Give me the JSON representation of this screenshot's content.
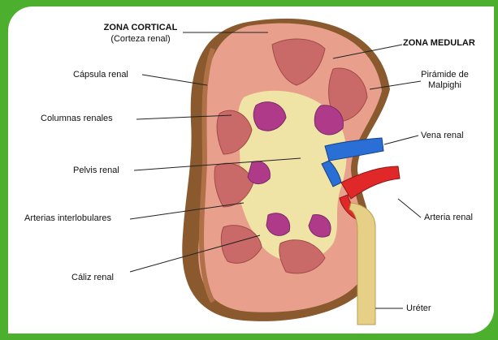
{
  "labels": {
    "zona_cortical": "ZONA CORTICAL",
    "corteza_renal": "(Corteza renal)",
    "zona_medular": "ZONA MEDULAR",
    "capsula_renal": "Cápsula renal",
    "piramide_line1": "Pirámide de",
    "piramide_line2": "Malpighi",
    "columnas_renales": "Columnas renales",
    "vena_renal": "Vena renal",
    "pelvis_renal": "Pelvis renal",
    "arterias_interlobulares": "Arterias interlobulares",
    "arteria_renal": "Arteria renal",
    "caliz_renal": "Cáliz renal",
    "ureter": "Uréter"
  },
  "colors": {
    "frame": "#4caf2e",
    "capsule": "#9b6a3a",
    "cortex": "#e8a08c",
    "pyramid": "#c96a68",
    "calyx": "#b03a8a",
    "pelvis": "#efe3a6",
    "vein": "#2a6fd6",
    "artery": "#e02828",
    "ureter": "#e6cf86"
  }
}
